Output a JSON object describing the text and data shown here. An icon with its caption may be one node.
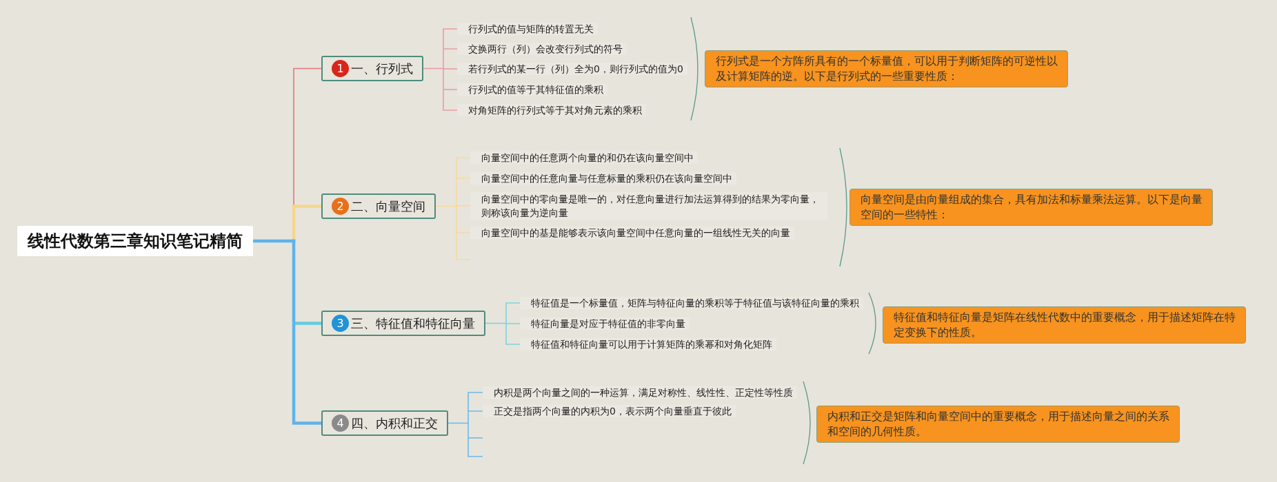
{
  "diagram": {
    "nodes": [
      {
        "text": [
          "线性代数第三章知识笔记精简"
        ]
      },
      {
        "text": [
          "1",
          "一、行列式"
        ]
      },
      {
        "text": [
          "行列式的值与矩阵的转置无关"
        ]
      },
      {
        "text": [
          "交换两行（列）会改变行列式的符号"
        ]
      },
      {
        "text": [
          "若行列式的某一行（列）全为0，则行列式的值为0"
        ]
      },
      {
        "text": [
          "行列式的值等于其特征值的乘积"
        ]
      },
      {
        "text": [
          "对角矩阵的行列式等于其对角元素的乘积"
        ]
      },
      {
        "text": [
          "行列式是一个方阵所具有的一个标量值，可以用于判断矩阵的可逆性以及计算矩阵的逆。以下是行列式的一些重要性质："
        ]
      },
      {
        "text": [
          "2",
          "二、向量空间"
        ]
      },
      {
        "text": [
          "向量空间中的任意两个向量的和仍在该向量空间中"
        ]
      },
      {
        "text": [
          "向量空间中的任意向量与任意标量的乘积仍在该向量空间中"
        ]
      },
      {
        "text": [
          "向量空间中的零向量是唯一的，对任意向量进行加法运算得到的结果为零向量，则称该向量为逆向量"
        ]
      },
      {
        "text": [
          "向量空间中的基是能够表示该向量空间中任意向量的一组线性无关的向量"
        ]
      },
      {
        "text": [
          "向量空间是由向量组成的集合，具有加法和标量乘法运算。以下是向量空间的一些特性："
        ]
      },
      {
        "text": [
          "3",
          "三、特征值和特征向量"
        ]
      },
      {
        "text": [
          "特征值是一个标量值，矩阵与特征向量的乘积等于特征值与该特征向量的乘积"
        ]
      },
      {
        "text": [
          "特征向量是对应于特征值的非零向量"
        ]
      },
      {
        "text": [
          "特征值和特征向量可以用于计算矩阵的乘幂和对角化矩阵"
        ]
      },
      {
        "text": [
          "特征值和特征向量是矩阵在线性代数中的重要概念，用于描述矩阵在特定变换下的性质。"
        ]
      },
      {
        "text": [
          "4",
          "四、内积和正交"
        ]
      },
      {
        "text": [
          "内积是两个向量之间的一种运算，满足对称性、线性性、正定性等性质"
        ]
      },
      {
        "text": [
          "正交是指两个向量的内积为0，表示两个向量垂直于彼此"
        ]
      },
      {
        "text": [
          "内积和正交是矩阵和向量空间中的重要概念，用于描述向量之间的关系和空间的几何性质。"
        ]
      }
    ],
    "edges": [
      {
        "from": 0,
        "to": 1,
        "arrow": "none",
        "color": "#e8737a"
      },
      {
        "from": 0,
        "to": 8,
        "arrow": "none",
        "style": "thick",
        "color": "#f6d68c"
      },
      {
        "from": 0,
        "to": 14,
        "arrow": "none",
        "style": "thick",
        "color": "#62cde0"
      },
      {
        "from": 0,
        "to": 19,
        "arrow": "none",
        "style": "thick",
        "color": "#5eb3ea"
      },
      {
        "from": 1,
        "to": 2,
        "arrow": "none",
        "color": "#eb9ca0"
      },
      {
        "from": 1,
        "to": 3,
        "arrow": "none",
        "color": "#eb9ca0"
      },
      {
        "from": 1,
        "to": 4,
        "arrow": "none",
        "color": "#eb9ca0"
      },
      {
        "from": 1,
        "to": 5,
        "arrow": "none",
        "color": "#eb9ca0"
      },
      {
        "from": 1,
        "to": 6,
        "arrow": "none",
        "color": "#eb9ca0"
      },
      {
        "from": 8,
        "to": 9,
        "arrow": "none",
        "color": "#f5daa0"
      },
      {
        "from": 8,
        "to": 10,
        "arrow": "none",
        "color": "#f5daa0"
      },
      {
        "from": 8,
        "to": 11,
        "arrow": "none",
        "color": "#f5daa0"
      },
      {
        "from": 8,
        "to": 12,
        "arrow": "none",
        "color": "#f5daa0"
      },
      {
        "from": 8,
        "to": null,
        "arrow": "none",
        "color": "#f5daa0"
      },
      {
        "from": 14,
        "to": 15,
        "arrow": "none",
        "color": "#7ed3df"
      },
      {
        "from": 14,
        "to": 16,
        "arrow": "none",
        "color": "#7ed3df"
      },
      {
        "from": 14,
        "to": 17,
        "arrow": "none",
        "color": "#7ed3df"
      },
      {
        "from": 19,
        "to": 20,
        "arrow": "none",
        "color": "#6cbbea"
      },
      {
        "from": 19,
        "to": 21,
        "arrow": "none",
        "color": "#6cbbea"
      },
      {
        "from": 19,
        "to": null,
        "arrow": "none",
        "color": "#6cbbea"
      },
      {
        "from": 19,
        "to": null,
        "arrow": "none",
        "color": "#6cbbea"
      }
    ]
  }
}
